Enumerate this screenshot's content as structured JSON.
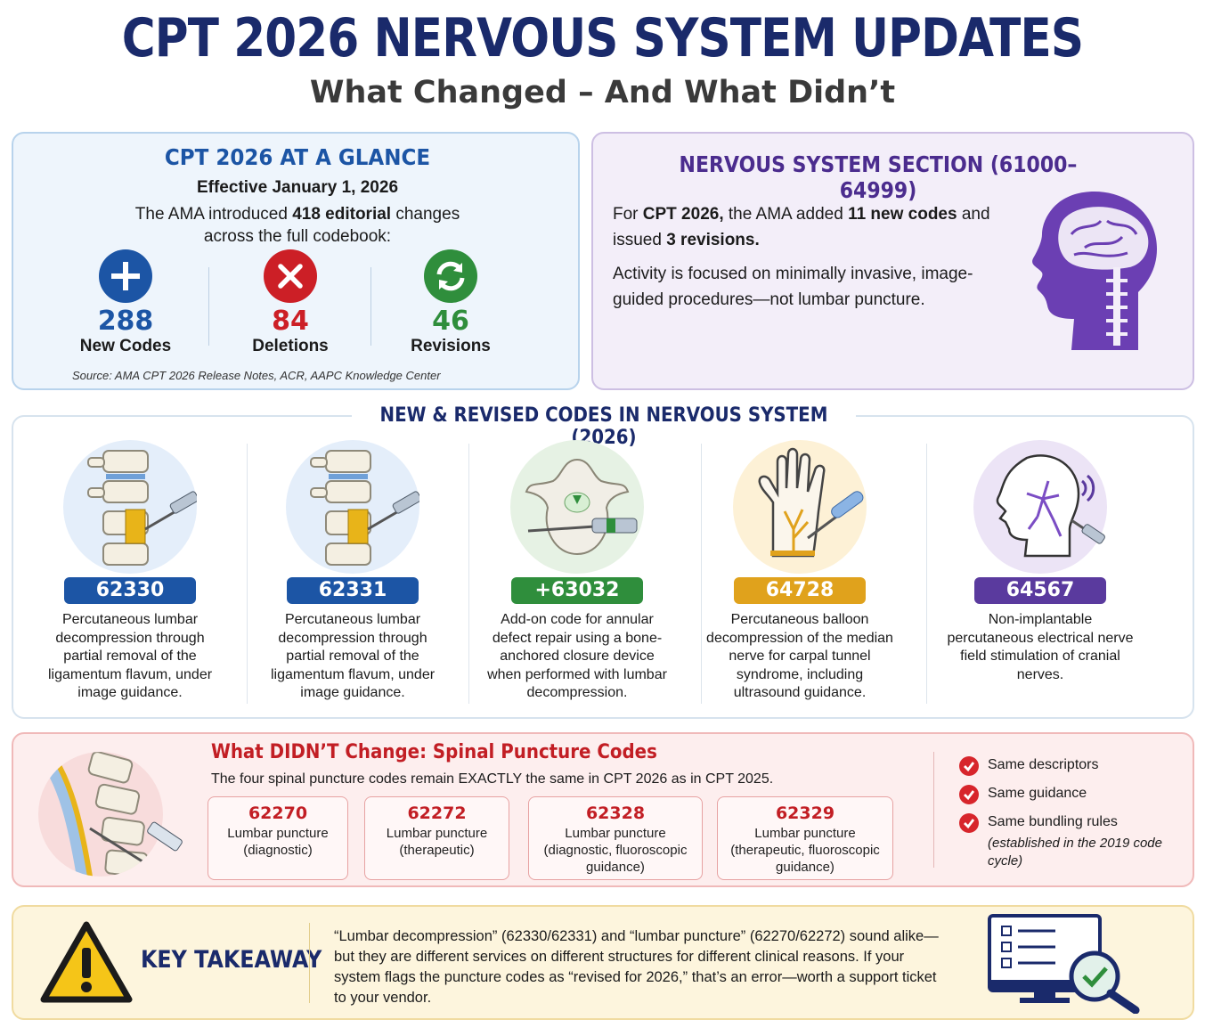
{
  "header": {
    "title": "CPT 2026 NERVOUS SYSTEM UPDATES",
    "subtitle": "What Changed – And What Didn’t"
  },
  "glance": {
    "heading": "CPT 2026 AT A GLANCE",
    "effective": "Effective January 1, 2026",
    "intro_pre": "The AMA introduced ",
    "intro_num": "418 editorial",
    "intro_post": " changes across the full codebook:",
    "stats": [
      {
        "value": "288",
        "label": "New Codes",
        "icon": "plus-icon",
        "color": "#1c55a5"
      },
      {
        "value": "84",
        "label": "Deletions",
        "icon": "x-icon",
        "color": "#cc1f26"
      },
      {
        "value": "46",
        "label": "Revisions",
        "icon": "refresh-icon",
        "color": "#2f8e3c"
      }
    ],
    "source": "Source: AMA CPT 2026 Release Notes, ACR, AAPC Knowledge Center"
  },
  "nervous": {
    "heading": "NERVOUS SYSTEM SECTION (61000–64999)",
    "p1_a": "For ",
    "p1_b": "CPT 2026,",
    "p1_c": " the AMA added ",
    "p1_d": "11 new codes",
    "p1_e": " and issued ",
    "p1_f": "3 revisions.",
    "p2": "Activity is focused on minimally invasive, image-guided procedures—not lumbar puncture.",
    "icon": "brain-head-icon",
    "accent": "#6b3fb3"
  },
  "codes": {
    "heading": "NEW & REVISED CODES IN NERVOUS SYSTEM (2026)",
    "items": [
      {
        "code": "62330",
        "color": "#1c55a5",
        "icon": "spine-needle-icon",
        "desc": "Percutaneous lumbar decompression through partial removal of the ligamentum flavum, under image guidance."
      },
      {
        "code": "62331",
        "color": "#1c55a5",
        "icon": "spine-needle-icon",
        "desc": "Percutaneous lumbar decompression through partial removal of the ligamentum flavum, under image guidance."
      },
      {
        "code": "+63032",
        "color": "#2f8e3c",
        "icon": "vertebra-closure-icon",
        "desc": "Add-on code for annular defect repair using a bone-anchored closure device when performed with lumbar decompression."
      },
      {
        "code": "64728",
        "color": "#e0a21c",
        "icon": "hand-balloon-icon",
        "desc": "Percutaneous balloon decompression of the median nerve for carpal tunnel syndrome, including ultrasound guidance."
      },
      {
        "code": "64567",
        "color": "#5a3a9e",
        "icon": "cranial-nerve-icon",
        "desc": "Non-implantable percutaneous electrical nerve field stimulation of cranial nerves."
      }
    ]
  },
  "nochange": {
    "heading": "What DIDN’T Change: Spinal Puncture Codes",
    "sub": "The four spinal puncture codes remain EXACTLY the same in CPT 2026 as in CPT 2025.",
    "codes": [
      {
        "code": "62270",
        "text": "Lumbar puncture (diagnostic)"
      },
      {
        "code": "62272",
        "text": "Lumbar puncture (therapeutic)"
      },
      {
        "code": "62328",
        "text": "Lumbar puncture (diagnostic, fluoroscopic guidance)"
      },
      {
        "code": "62329",
        "text": "Lumbar puncture (therapeutic, fluoroscopic guidance)"
      }
    ],
    "checks": [
      "Same descriptors",
      "Same guidance",
      "Same bundling rules"
    ],
    "note": "(established in the 2019 code cycle)",
    "icon": "spinal-puncture-icon"
  },
  "takeaway": {
    "heading": "KEY TAKEAWAY",
    "text": "“Lumbar decompression” (62330/62331) and “lumbar puncture” (62270/62272) sound alike—but they are different services on different structures for different clinical reasons. If your system flags the puncture codes as “revised for 2026,” that’s an error—worth a support ticket to your vendor.",
    "warning_icon": "warning-icon",
    "monitor_icon": "monitor-check-icon"
  }
}
